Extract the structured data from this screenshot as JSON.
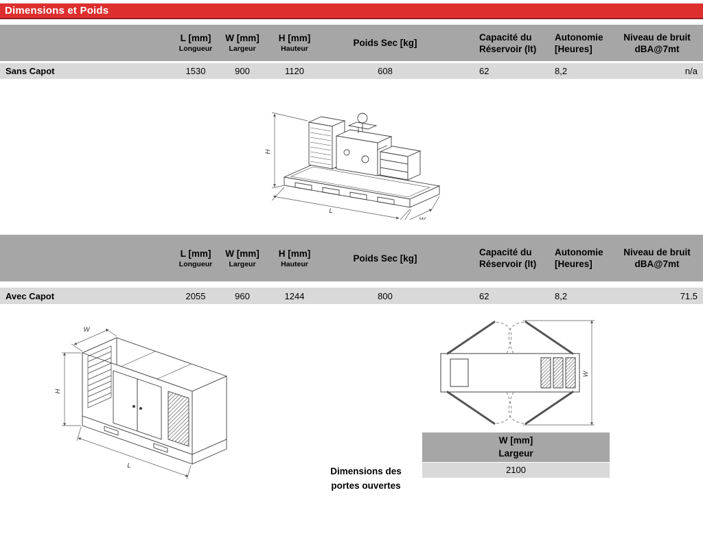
{
  "title_bar": {
    "title": "Dimensions et Poids"
  },
  "colors": {
    "title_bar_red": "#DE2F2F",
    "table_header_gray": "#A6A6A6",
    "table_row_gray": "#D9D9D9"
  },
  "columns": {
    "l1": "L [mm]",
    "l2": "Longueur",
    "w1": "W [mm]",
    "w2": "Largeur",
    "h1": "H  [mm]",
    "h2": "Hauteur",
    "poids": "Poids Sec [kg]",
    "cap1": "Capacité du",
    "cap2": "Réservoir  (lt)",
    "aut1": "Autonomie",
    "aut2": "[Heures]",
    "bruit1": "Niveau de bruit",
    "bruit2": "dBA@7mt"
  },
  "rows": {
    "sans_capot": {
      "label": "Sans Capot",
      "l": "1530",
      "w": "900",
      "h": "1120",
      "poids": "608",
      "capacite": "62",
      "autonomie": "8,2",
      "bruit": "n/a"
    },
    "avec_capot": {
      "label": "Avec Capot",
      "l": "2055",
      "w": "960",
      "h": "1244",
      "poids": "800",
      "capacite": "62",
      "autonomie": "8,2",
      "bruit": "71.5"
    }
  },
  "doors_table": {
    "header1": "W [mm]",
    "header2": "Largeur",
    "value": "2100"
  },
  "doors_caption": {
    "line1": "Dimensions des",
    "line2": "portes ouvertes"
  },
  "diagram_labels": {
    "h": "H",
    "l": "L",
    "w": "W"
  }
}
